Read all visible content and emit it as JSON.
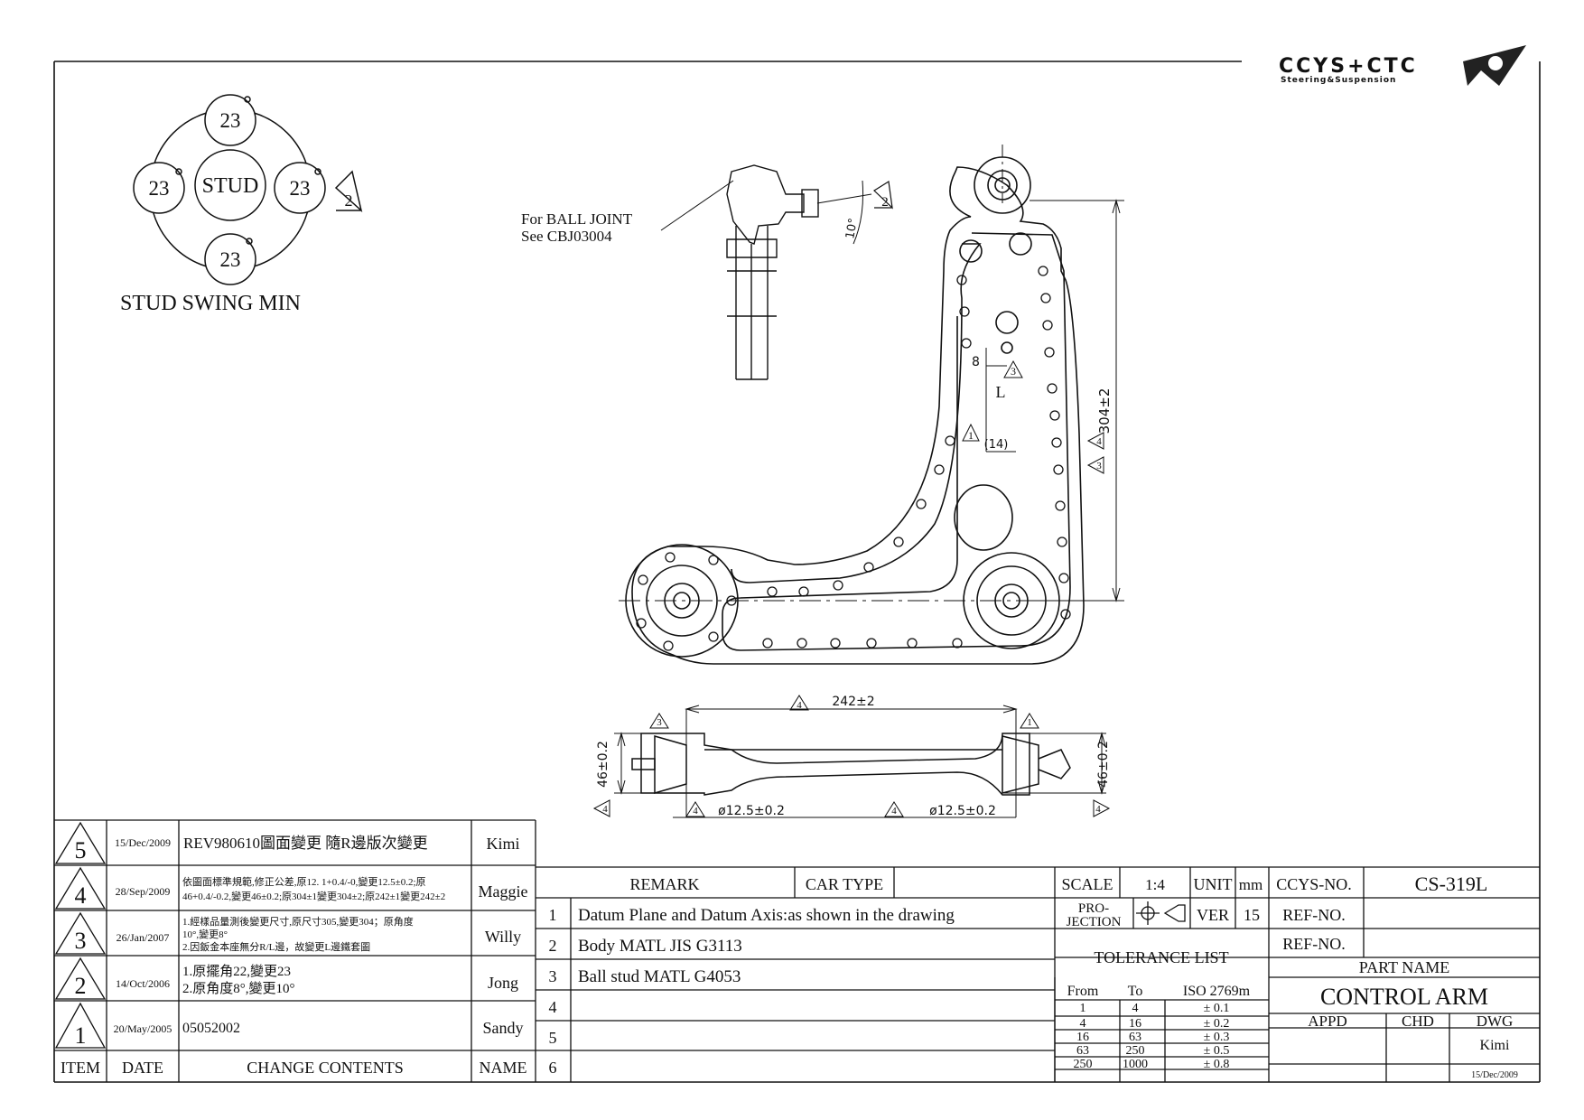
{
  "logo": {
    "text": "CCYS+CTC",
    "subtext": "Steering&Suspension"
  },
  "stud_swing": {
    "top": "23",
    "left": "23",
    "right": "23",
    "bottom": "23",
    "center": "STUD",
    "caption": "STUD SWING MIN",
    "rev_tag": "2"
  },
  "ball_joint_note": {
    "line1": "For BALL JOINT",
    "line2": "See CBJ03004",
    "angle": "10°",
    "rev_tag": "2"
  },
  "dims": {
    "height": "304±2",
    "height_tags": [
      "4",
      "3"
    ],
    "dim_8": "8",
    "dim_L": "L",
    "dim_14": "(14)",
    "tag_3": "3",
    "tag_1": "1",
    "width": "242±2",
    "width_tag": "4",
    "left_thk": "46±0.2",
    "right_thk": "46±0.2",
    "dia1": "ø12.5±0.2",
    "dia2": "ø12.5±0.2",
    "tag_3b": "3",
    "tag_1b": "1",
    "tag_4a": "4",
    "tag_4b": "4",
    "tag_4c": "4",
    "tag_4d": "4"
  },
  "revisions": {
    "headers": {
      "item": "ITEM",
      "date": "DATE",
      "change": "CHANGE CONTENTS",
      "name": "NAME"
    },
    "rows": [
      {
        "item": "5",
        "date": "15/Dec/2009",
        "change1": "REV980610圖面變更 隨R邊版次變更",
        "change2": "",
        "change3": "",
        "name": "Kimi"
      },
      {
        "item": "4",
        "date": "28/Sep/2009",
        "change1": "依圖面標準規範,修正公差,原12. 1+0.4/-0,變更12.5±0.2;原",
        "change2": "46+0.4/-0.2,變更46±0.2;原304±1變更304±2;原242±1變更242±2",
        "change3": "",
        "name": "Maggie"
      },
      {
        "item": "3",
        "date": "26/Jan/2007",
        "change1": "1.經樣品量測後變更尺寸,原尺寸305,變更304；原角度",
        "change2": "10°,變更8°",
        "change3": "2.因鈑金本座無分R/L邊，故變更L邊鐵套圖",
        "name": "Willy"
      },
      {
        "item": "2",
        "date": "14/Oct/2006",
        "change1": "1.原擺角22,變更23",
        "change2": "2.原角度8°,變更10°",
        "change3": "",
        "name": "Jong"
      },
      {
        "item": "1",
        "date": "20/May/2005",
        "change1": "05052002",
        "change2": "",
        "change3": "",
        "name": "Sandy"
      }
    ]
  },
  "remarks": {
    "header": "REMARK",
    "car_type": "CAR TYPE",
    "rows": [
      {
        "no": "1",
        "text": "Datum Plane and Datum Axis:as shown in the drawing"
      },
      {
        "no": "2",
        "text": "Body MATL JIS G3113"
      },
      {
        "no": "3",
        "text": "Ball stud MATL G4053"
      },
      {
        "no": "4",
        "text": ""
      },
      {
        "no": "5",
        "text": ""
      },
      {
        "no": "6",
        "text": ""
      }
    ]
  },
  "title_block": {
    "scale_label": "SCALE",
    "scale": "1:4",
    "unit_label": "UNIT",
    "unit": "mm",
    "projection_label1": "PRO-",
    "projection_label2": "JECTION",
    "ver_label": "VER",
    "ver": "15",
    "tolerance_title": "TOLERANCE LIST",
    "tol_headers": {
      "from": "From",
      "to": "To",
      "iso": "ISO 2769m"
    },
    "tolerances": [
      {
        "from": "1",
        "to": "4",
        "tol": "± 0.1"
      },
      {
        "from": "4",
        "to": "16",
        "tol": "± 0.2"
      },
      {
        "from": "16",
        "to": "63",
        "tol": "± 0.3"
      },
      {
        "from": "63",
        "to": "250",
        "tol": "± 0.5"
      },
      {
        "from": "250",
        "to": "1000",
        "tol": "± 0.8"
      }
    ],
    "ccys_label": "CCYS-NO.",
    "ccys_no": "CS-319L",
    "ref_label1": "REF-NO.",
    "ref1": "",
    "ref_label2": "REF-NO.",
    "ref2": "",
    "part_name_label": "PART NAME",
    "part_name": "CONTROL ARM",
    "appd": "APPD",
    "chd": "CHD",
    "dwg": "DWG",
    "dwg_name": "Kimi",
    "dwg_date": "15/Dec/2009"
  }
}
